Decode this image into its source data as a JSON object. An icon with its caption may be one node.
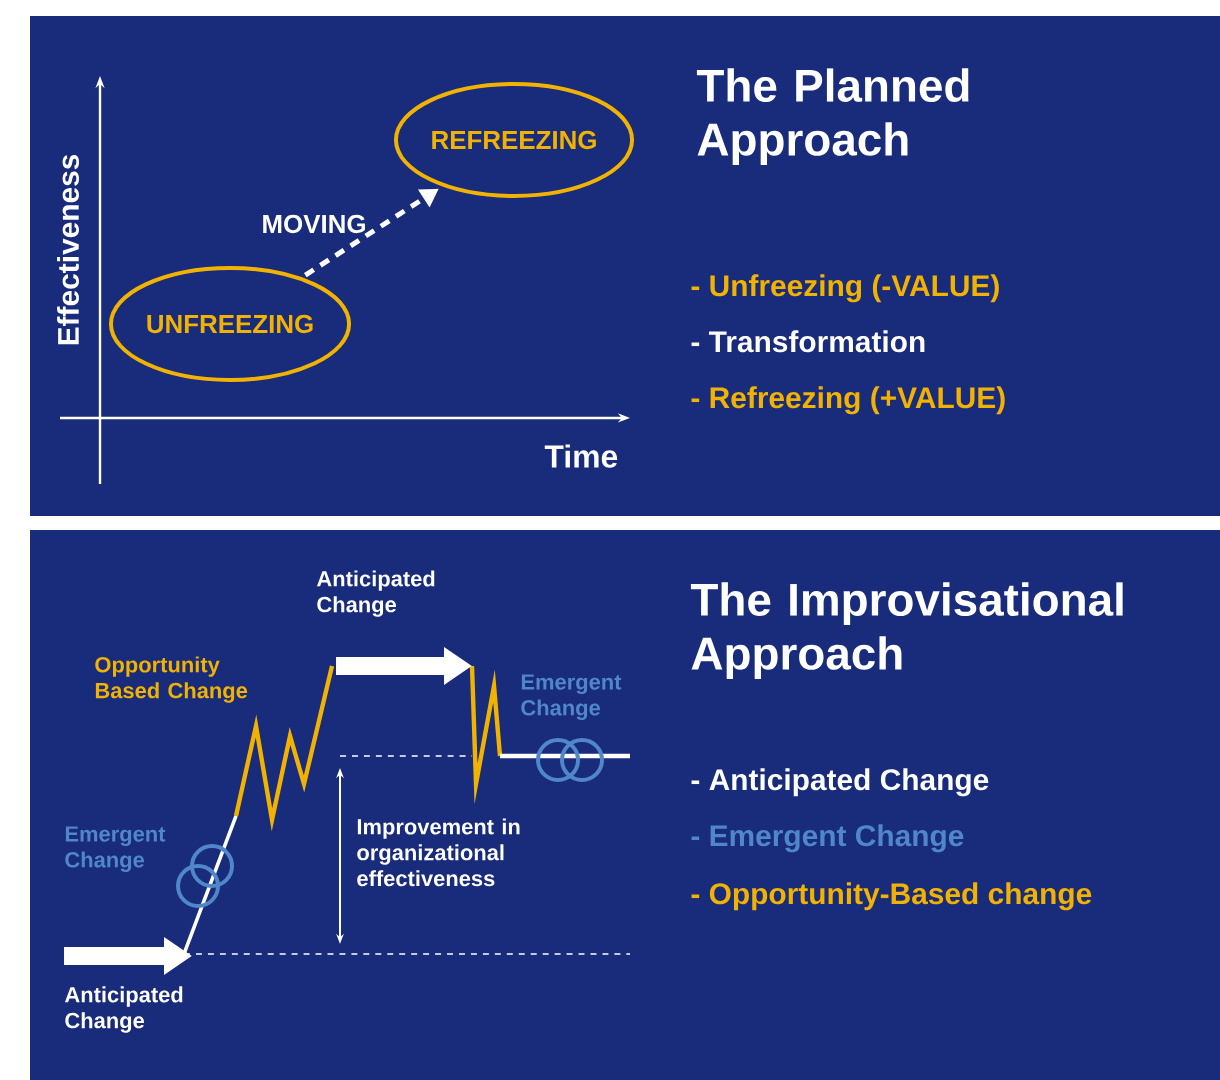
{
  "diagram": {
    "nodes": [
      {
        "text": [
          "UNFREEZING"
        ]
      },
      {
        "text": [
          "REFREEZING"
        ]
      }
    ],
    "edges": [
      {
        "from": 0,
        "to": 1,
        "arrow": "to",
        "label": "MOVING",
        "style": "dashed"
      }
    ],
    "labels": [
      "Effectiveness",
      "Time",
      "The Planned Approach",
      "- Unfreezing (-VALUE)",
      "- Transformation",
      "- Refreezing (+VALUE)",
      "Anticipated Change",
      "Opportunity Based Change",
      "Emergent Change",
      "Emergent Change",
      "Improvement in organizational effectiveness",
      "Anticipated Change",
      "The Improvisational Approach",
      "- Anticipated Change",
      "- Emergent Change",
      "- Opportunity-Based change"
    ]
  }
}
